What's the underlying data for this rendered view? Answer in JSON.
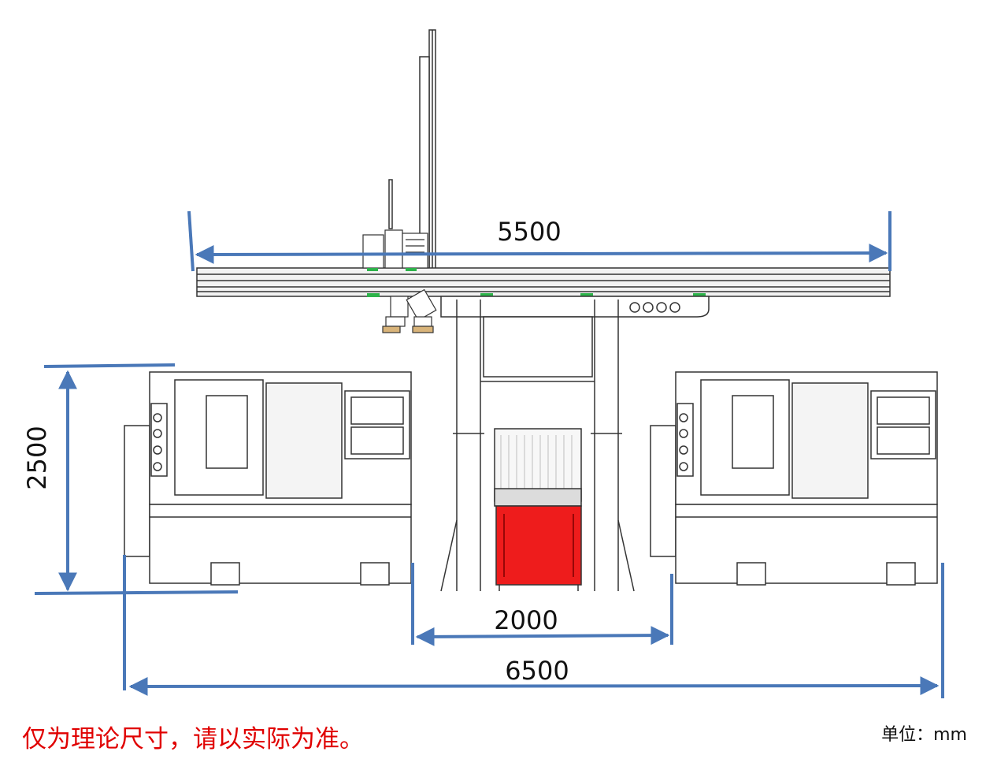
{
  "dimensions": {
    "gantry_width": "5500",
    "machine_height": "2500",
    "center_gap": "2000",
    "overall_width": "6500"
  },
  "note": "仅为理论尺寸，请以实际为准。",
  "unit_label": "单位：mm",
  "colors": {
    "dimension_line": "#4a78b8",
    "note_text": "#e00000",
    "cabinet_red": "#ee1c1c",
    "grip_green": "#2db34a",
    "outline": "#333333"
  }
}
